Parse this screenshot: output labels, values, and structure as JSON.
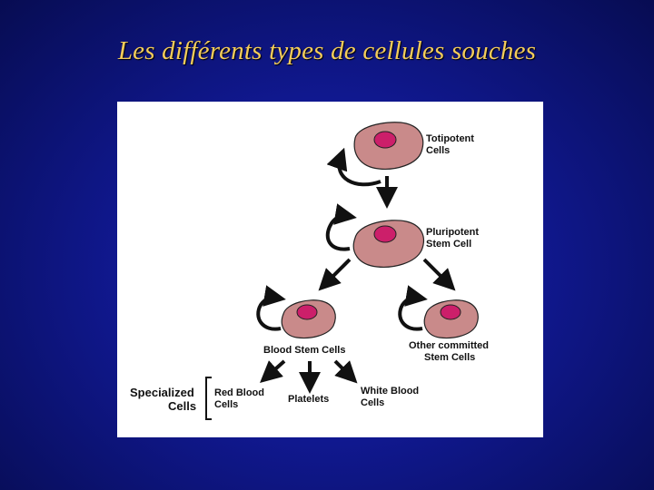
{
  "slide": {
    "title": "Les différents types de cellules souches"
  },
  "diagram": {
    "totipotent": [
      "Totipotent",
      "Cells"
    ],
    "pluripotent": [
      "Pluripotent",
      "Stem Cell"
    ],
    "blood_stem": "Blood Stem Cells",
    "other_committed": [
      "Other committed",
      "Stem Cells"
    ],
    "specialized": [
      "Specialized",
      "Cells"
    ],
    "red_blood": [
      "Red Blood",
      "Cells"
    ],
    "platelets": "Platelets",
    "white_blood": [
      "White Blood",
      "Cells"
    ]
  },
  "colors": {
    "background": "#10188f",
    "title": "#f3cc5a",
    "cell_body": "#c98a8a",
    "nucleus": "#cc1f6a"
  }
}
